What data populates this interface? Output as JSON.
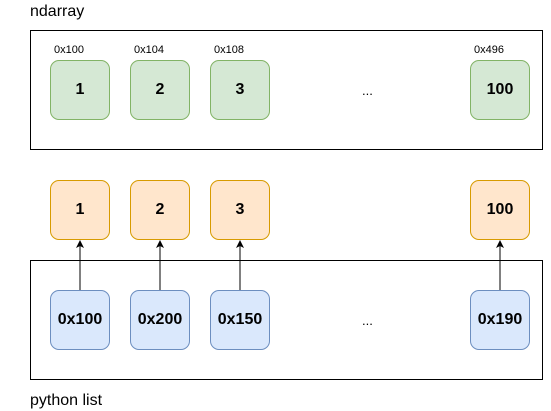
{
  "ndarray": {
    "title": "ndarray",
    "addresses": [
      "0x100",
      "0x104",
      "0x108",
      "0x496"
    ],
    "values": [
      "1",
      "2",
      "3",
      "100"
    ],
    "ellipsis": "..."
  },
  "objects": {
    "values": [
      "1",
      "2",
      "3",
      "100"
    ]
  },
  "python_list": {
    "title": "python list",
    "pointers": [
      "0x100",
      "0x200",
      "0x150",
      "0x190"
    ],
    "ellipsis": "..."
  },
  "colors": {
    "green_fill": "#d5e8d4",
    "green_stroke": "#82b366",
    "orange_fill": "#ffe6cc",
    "orange_stroke": "#d79b00",
    "blue_fill": "#dae8fc",
    "blue_stroke": "#6c8ebf"
  }
}
